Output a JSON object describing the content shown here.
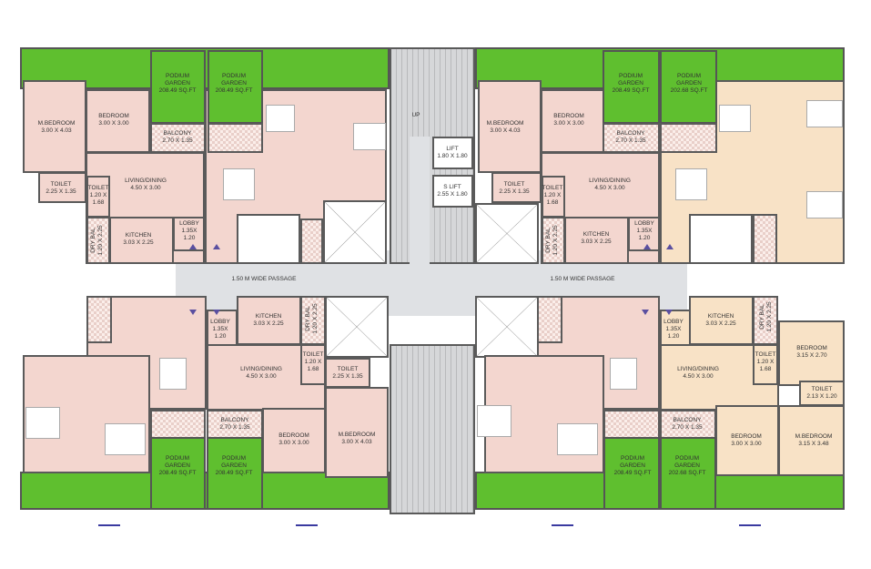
{
  "colors": {
    "garden": "#5fbf2f",
    "unit_pink": "#f3d6cf",
    "unit_beige": "#f8e2c6",
    "passage": "#dfe1e4",
    "arrow": "#5a4fa0"
  },
  "passage": {
    "left_label": "1.50 M WIDE PASSAGE",
    "right_label": "1.50 M WIDE PASSAGE"
  },
  "core": {
    "up": "UP",
    "lift": {
      "name": "LIFT",
      "dim": "1.80 X 1.80"
    },
    "s_lift": {
      "name": "S LIFT",
      "dim": "2.55 X 1.80"
    }
  },
  "top_left": {
    "garden_a": {
      "name": "PODIUM",
      "name2": "GARDEN",
      "area": "208.49 SQ.FT"
    },
    "garden_b": {
      "name": "PODIUM",
      "name2": "GARDEN",
      "area": "208.49 SQ.FT"
    },
    "mbed": {
      "name": "M.BEDROOM",
      "dim": "3.00 X 4.03"
    },
    "bed": {
      "name": "BEDROOM",
      "dim": "3.00 X 3.00"
    },
    "balcony": {
      "name": "BALCONY",
      "dim": "2.70 X 1.35"
    },
    "toilet": {
      "name": "TOILET",
      "dim": "2.25 X 1.35"
    },
    "toilet2": {
      "name": "TOILET",
      "dim": "1.20 X",
      "dim2": "1.68"
    },
    "living": {
      "name": "LIVING/DINING",
      "dim": "4.50 X 3.00"
    },
    "drybal": {
      "name": "DRY BAL",
      "dim": "1.20 X 2.25"
    },
    "kitchen": {
      "name": "KITCHEN",
      "dim": "3.03 X 2.25"
    },
    "lobby": {
      "name": "LOBBY",
      "dim": "1.35X",
      "dim2": "1.20"
    }
  },
  "top_right": {
    "garden_a": {
      "name": "PODIUM",
      "name2": "GARDEN",
      "area": "208.49 SQ.FT"
    },
    "garden_b": {
      "name": "PODIUM",
      "name2": "GARDEN",
      "area": "202.68 SQ.FT"
    },
    "mbed": {
      "name": "M.BEDROOM",
      "dim": "3.00 X 4.03"
    },
    "bed": {
      "name": "BEDROOM",
      "dim": "3.00 X 3.00"
    },
    "balcony": {
      "name": "BALCONY",
      "dim": "2.70 X 1.35"
    },
    "toilet": {
      "name": "TOILET",
      "dim": "2.25 X 1.35"
    },
    "toilet2": {
      "name": "TOILET",
      "dim": "1.20 X",
      "dim2": "1.68"
    },
    "living": {
      "name": "LIVING/DINING",
      "dim": "4.50 X 3.00"
    },
    "drybal": {
      "name": "DRY BAL",
      "dim": "1.20 X 2.25"
    },
    "kitchen": {
      "name": "KITCHEN",
      "dim": "3.03 X 2.25"
    },
    "lobby": {
      "name": "LOBBY",
      "dim": "1.35X",
      "dim2": "1.20"
    }
  },
  "bottom_left": {
    "garden_a": {
      "name": "PODIUM",
      "name2": "GARDEN",
      "area": "208.49 SQ.FT"
    },
    "garden_b": {
      "name": "PODIUM",
      "name2": "GARDEN",
      "area": "208.49 SQ.FT"
    },
    "lobby": {
      "name": "LOBBY",
      "dim": "1.35X",
      "dim2": "1.20"
    },
    "kitchen": {
      "name": "KITCHEN",
      "dim": "3.03 X 2.25"
    },
    "drybal": {
      "name": "DRY BAL",
      "dim": "1.20 X 2.25"
    },
    "living": {
      "name": "LIVING/DINING",
      "dim": "4.50 X 3.00"
    },
    "toilet2": {
      "name": "TOILET",
      "dim": "1.20 X",
      "dim2": "1.68"
    },
    "toilet": {
      "name": "TOILET",
      "dim": "2.25 X 1.35"
    },
    "balcony": {
      "name": "BALCONY",
      "dim": "2.70 X 1.35"
    },
    "bed": {
      "name": "BEDROOM",
      "dim": "3.00 X 3.00"
    },
    "mbed": {
      "name": "M.BEDROOM",
      "dim": "3.00 X 4.03"
    }
  },
  "bottom_right": {
    "garden_a": {
      "name": "PODIUM",
      "name2": "GARDEN",
      "area": "208.49 SQ.FT"
    },
    "garden_b": {
      "name": "PODIUM",
      "name2": "GARDEN",
      "area": "202.68 SQ.FT"
    },
    "lobby": {
      "name": "LOBBY",
      "dim": "1.35X",
      "dim2": "1.20"
    },
    "kitchen": {
      "name": "KITCHEN",
      "dim": "3.03 X 2.25"
    },
    "drybal": {
      "name": "DRY BAL",
      "dim": "1.20 X 2.25"
    },
    "living": {
      "name": "LIVING/DINING",
      "dim": "4.50 X 3.00"
    },
    "toilet2": {
      "name": "TOILET",
      "dim": "1.20 X",
      "dim2": "1.68"
    },
    "bed2": {
      "name": "BEDROOM",
      "dim": "3.15 X 2.70"
    },
    "toilet": {
      "name": "TOILET",
      "dim": "2.13 X 1.20"
    },
    "balcony": {
      "name": "BALCONY",
      "dim": "2.70 X 1.35"
    },
    "bed": {
      "name": "BEDROOM",
      "dim": "3.00 X 3.00"
    },
    "mbed": {
      "name": "M.BEDROOM",
      "dim": "3.15 X 3.48"
    }
  }
}
